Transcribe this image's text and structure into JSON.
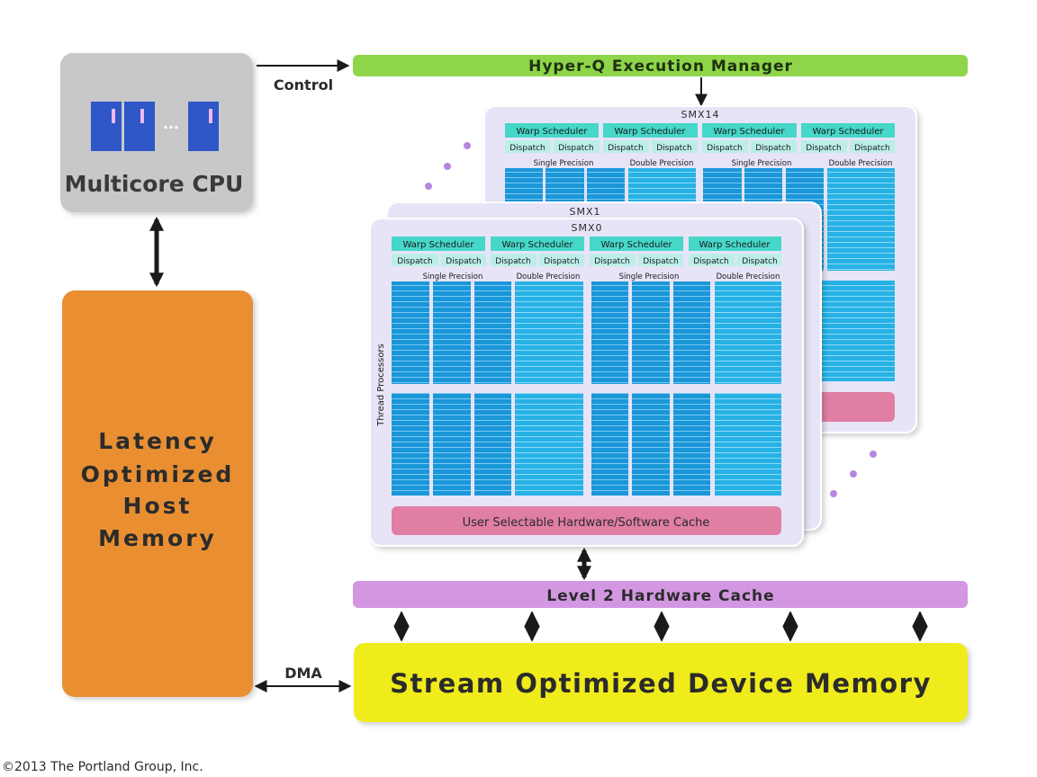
{
  "cpu": {
    "label": "Multicore CPU",
    "ellipsis": "···"
  },
  "host_memory": {
    "lines": [
      "Latency",
      "Optimized",
      "Host",
      "Memory"
    ]
  },
  "links": {
    "control": "Control",
    "dma": "DMA"
  },
  "hyperq": {
    "label": "Hyper-Q Execution Manager"
  },
  "smx_front": {
    "title": "SMX0"
  },
  "smx_middle": {
    "title": "SMX1"
  },
  "smx_back": {
    "title": "SMX14"
  },
  "smx": {
    "warp_scheduler": "Warp Scheduler",
    "dispatch": "Dispatch",
    "single_precision": "Single Precision",
    "double_precision": "Double Precision",
    "thread_processors": "Thread Processors",
    "cache": "User Selectable Hardware/Software Cache"
  },
  "l2": {
    "label": "Level 2 Hardware Cache"
  },
  "device_memory": {
    "label": "Stream Optimized Device Memory"
  },
  "copyright": "©2013 The Portland Group, Inc.",
  "colors": {
    "cpu_box": "#c8c8ca",
    "core": "#2f57c8",
    "host_memory": "#e98f33",
    "hyperq": "#8ed54a",
    "smx_panel": "#e6e4f6",
    "warp": "#45d7c8",
    "dispatch": "#bceee8",
    "lanes": "#1a97d9",
    "cache": "#e07ea4",
    "l2": "#d397e2",
    "device_memory": "#f0ec1a",
    "dots": "#b687e0"
  }
}
